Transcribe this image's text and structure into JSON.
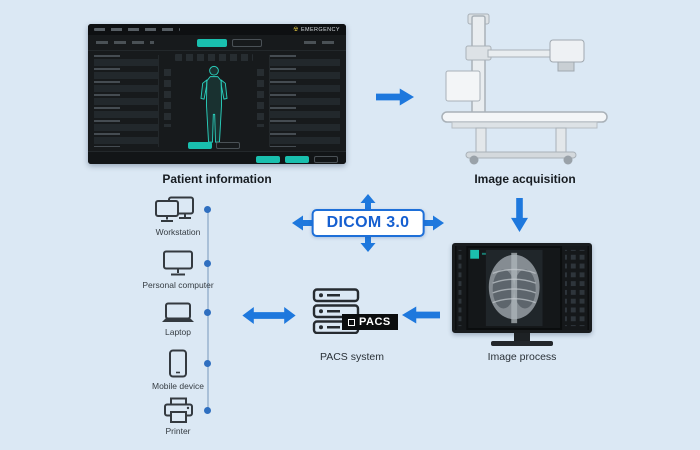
{
  "colors": {
    "background": "#dbe8f4",
    "arrow_blue": "#1e78dd",
    "dicom_blue": "#155fd0",
    "device_icon": "#343a40",
    "teal_accent": "#19bfae",
    "pacs_tag_bg": "#0b0d0e",
    "connector_dot": "#2f6fc0"
  },
  "flow": {
    "patient_information_label": "Patient information",
    "image_acquisition_label": "Image acquisition",
    "image_process_label": "Image process",
    "pacs_system_label": "PACS system",
    "dicom_badge": "DICOM 3.0",
    "pacs_tag": "PACS"
  },
  "patient_screen": {
    "emergency_label": "EMERGENCY"
  },
  "devices": [
    {
      "label": "Workstation"
    },
    {
      "label": "Personal computer"
    },
    {
      "label": "Laptop"
    },
    {
      "label": "Mobile device"
    },
    {
      "label": "Printer"
    }
  ]
}
